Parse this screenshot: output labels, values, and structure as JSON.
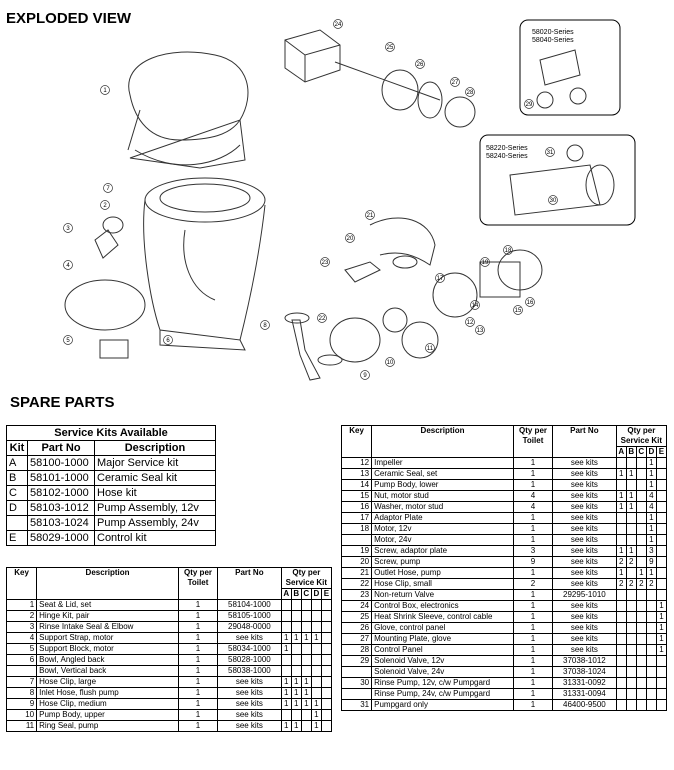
{
  "titles": {
    "exploded": "EXPLODED VIEW",
    "spare": "SPARE PARTS"
  },
  "diagram": {
    "valve_series_top": "58020-Series\n58040-Series",
    "pump_series": "58220-Series\n58240-Series",
    "callouts": [
      "1",
      "2",
      "3",
      "4",
      "5",
      "6",
      "7",
      "8",
      "9",
      "10",
      "11",
      "12",
      "13",
      "14",
      "15",
      "16",
      "17",
      "18",
      "19",
      "20",
      "21",
      "22",
      "23",
      "24",
      "25",
      "26",
      "27",
      "28",
      "29",
      "30",
      "31"
    ]
  },
  "service_kits": {
    "title": "Service Kits Available",
    "headers": [
      "Kit",
      "Part No",
      "Description"
    ],
    "rows": [
      [
        "A",
        "58100-1000",
        "Major Service kit"
      ],
      [
        "B",
        "58101-1000",
        "Ceramic Seal kit"
      ],
      [
        "C",
        "58102-1000",
        "Hose kit"
      ],
      [
        "D",
        "58103-1012",
        "Pump Assembly, 12v"
      ],
      [
        "",
        "58103-1024",
        "Pump Assembly, 24v"
      ],
      [
        "E",
        "58029-1000",
        "Control kit"
      ]
    ]
  },
  "parts_headers": {
    "key": "Key",
    "desc": "Description",
    "qty": "Qty per Toilet",
    "part": "Part No",
    "kit": "Qty per Service Kit",
    "kits": [
      "A",
      "B",
      "C",
      "D",
      "E"
    ]
  },
  "parts_left": [
    [
      "1",
      "Seat & Lid, set",
      "1",
      "58104-1000",
      "",
      "",
      "",
      "",
      ""
    ],
    [
      "2",
      "Hinge Kit, pair",
      "1",
      "58105-1000",
      "",
      "",
      "",
      "",
      ""
    ],
    [
      "3",
      "Rinse Intake Seal & Elbow",
      "1",
      "29048-0000",
      "",
      "",
      "",
      "",
      ""
    ],
    [
      "4",
      "Support Strap, motor",
      "1",
      "see kits",
      "1",
      "1",
      "1",
      "1",
      ""
    ],
    [
      "5",
      "Support Block, motor",
      "1",
      "58034-1000",
      "1",
      "",
      "",
      "",
      ""
    ],
    [
      "6",
      "Bowl, Angled back",
      "1",
      "58028-1000",
      "",
      "",
      "",
      "",
      ""
    ],
    [
      "",
      "Bowl, Vertical back",
      "1",
      "58038-1000",
      "",
      "",
      "",
      "",
      ""
    ],
    [
      "7",
      "Hose Clip, large",
      "1",
      "see kits",
      "1",
      "1",
      "1",
      "",
      ""
    ],
    [
      "8",
      "Inlet Hose, flush pump",
      "1",
      "see kits",
      "1",
      "1",
      "1",
      "",
      ""
    ],
    [
      "9",
      "Hose Clip, medium",
      "1",
      "see kits",
      "1",
      "1",
      "1",
      "1",
      ""
    ],
    [
      "10",
      "Pump Body, upper",
      "1",
      "see kits",
      "",
      "",
      "",
      "1",
      ""
    ],
    [
      "11",
      "Ring Seal, pump",
      "1",
      "see kits",
      "1",
      "1",
      "",
      "1",
      ""
    ]
  ],
  "parts_right": [
    [
      "12",
      "Impeller",
      "1",
      "see kits",
      "",
      "",
      "",
      "1",
      ""
    ],
    [
      "13",
      "Ceramic Seal, set",
      "1",
      "see kits",
      "1",
      "1",
      "",
      "1",
      ""
    ],
    [
      "14",
      "Pump Body, lower",
      "1",
      "see kits",
      "",
      "",
      "",
      "1",
      ""
    ],
    [
      "15",
      "Nut, motor stud",
      "4",
      "see kits",
      "1",
      "1",
      "",
      "4",
      ""
    ],
    [
      "16",
      "Washer, motor stud",
      "4",
      "see kits",
      "1",
      "1",
      "",
      "4",
      ""
    ],
    [
      "17",
      "Adaptor Plate",
      "1",
      "see kits",
      "",
      "",
      "",
      "1",
      ""
    ],
    [
      "18",
      "Motor, 12v",
      "1",
      "see kits",
      "",
      "",
      "",
      "1",
      ""
    ],
    [
      "",
      "Motor, 24v",
      "1",
      "see kits",
      "",
      "",
      "",
      "1",
      ""
    ],
    [
      "19",
      "Screw, adaptor plate",
      "3",
      "see kits",
      "1",
      "1",
      "",
      "3",
      ""
    ],
    [
      "20",
      "Screw, pump",
      "9",
      "see kits",
      "2",
      "2",
      "",
      "9",
      ""
    ],
    [
      "21",
      "Outlet Hose, pump",
      "1",
      "see kits",
      "1",
      "",
      "1",
      "1",
      ""
    ],
    [
      "22",
      "Hose Clip, small",
      "2",
      "see kits",
      "2",
      "2",
      "2",
      "2",
      ""
    ],
    [
      "23",
      "Non-return Valve",
      "1",
      "29295-1010",
      "",
      "",
      "",
      "",
      ""
    ],
    [
      "24",
      "Control Box, electronics",
      "1",
      "see kits",
      "",
      "",
      "",
      "",
      "1"
    ],
    [
      "25",
      "Heat Shrink Sleeve, control cable",
      "1",
      "see kits",
      "",
      "",
      "",
      "",
      "1"
    ],
    [
      "26",
      "Glove, control panel",
      "1",
      "see kits",
      "",
      "",
      "",
      "",
      "1"
    ],
    [
      "27",
      "Mounting Plate, glove",
      "1",
      "see kits",
      "",
      "",
      "",
      "",
      "1"
    ],
    [
      "28",
      "Control Panel",
      "1",
      "see kits",
      "",
      "",
      "",
      "",
      "1"
    ],
    [
      "29",
      "Solenoid Valve, 12v",
      "1",
      "37038-1012",
      "",
      "",
      "",
      "",
      ""
    ],
    [
      "",
      "Solenoid Valve, 24v",
      "1",
      "37038-1024",
      "",
      "",
      "",
      "",
      ""
    ],
    [
      "30",
      "Rinse Pump, 12v, c/w Pumpgard",
      "1",
      "31331-0092",
      "",
      "",
      "",
      "",
      ""
    ],
    [
      "",
      "Rinse Pump, 24v, c/w Pumpgard",
      "1",
      "31331-0094",
      "",
      "",
      "",
      "",
      ""
    ],
    [
      "31",
      "Pumpgard only",
      "1",
      "46400-9500",
      "",
      "",
      "",
      "",
      ""
    ]
  ]
}
